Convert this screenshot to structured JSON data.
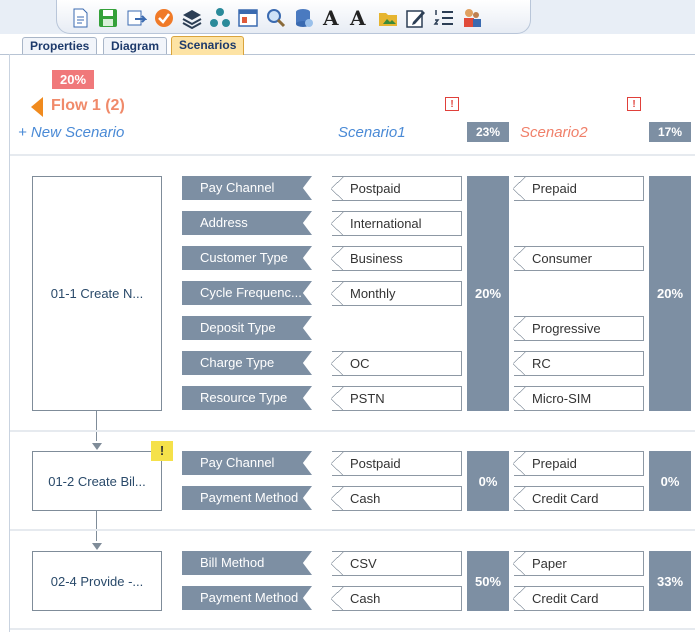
{
  "toolbar": {
    "icons": [
      "new-document-icon",
      "save-icon",
      "export-icon",
      "approve-icon",
      "layers-icon",
      "hierarchy-icon",
      "window-icon",
      "search-icon",
      "database-icon",
      "font-icon",
      "font-clear-icon",
      "picture-icon",
      "edit-icon",
      "numbered-list-icon",
      "users-icon"
    ],
    "font_label": "A",
    "font_clear_label": "A"
  },
  "tabs": [
    {
      "label": "Properties",
      "active": false
    },
    {
      "label": "Diagram",
      "active": false
    },
    {
      "label": "Scenarios",
      "active": true
    }
  ],
  "header": {
    "badge": "20%",
    "flow_title": "Flow 1 (2)",
    "warning_symbol": "!",
    "new_scenario": "+ New Scenario",
    "scenarios": [
      {
        "name": "Scenario1",
        "pct": "23%",
        "color": "#4a8ad6"
      },
      {
        "name": "Scenario2",
        "pct": "17%",
        "color": "#f0806a"
      }
    ]
  },
  "sections": [
    {
      "step": "01-1 Create N...",
      "params": [
        "Pay Channel",
        "Address",
        "Customer Type",
        "Cycle Frequenc...",
        "Deposit Type",
        "Charge Type",
        "Resource Type"
      ],
      "s1": [
        "Postpaid",
        "International",
        "Business",
        "Monthly",
        "",
        "OC",
        "PSTN"
      ],
      "s2": [
        "Prepaid",
        "",
        "Consumer",
        "",
        "Progressive",
        "RC",
        "Micro-SIM"
      ],
      "s1pct": "20%",
      "s2pct": "20%",
      "warning": false
    },
    {
      "step": "01-2 Create Bil...",
      "params": [
        "Pay Channel",
        "Payment Method"
      ],
      "s1": [
        "Postpaid",
        "Cash"
      ],
      "s2": [
        "Prepaid",
        "Credit Card"
      ],
      "s1pct": "0%",
      "s2pct": "0%",
      "warning": true,
      "warning_symbol": "!"
    },
    {
      "step": "02-4 Provide -...",
      "params": [
        "Bill Method",
        "Payment Method"
      ],
      "s1": [
        "CSV",
        "Cash"
      ],
      "s2": [
        "Paper",
        "Credit Card"
      ],
      "s1pct": "50%",
      "s2pct": "33%",
      "warning": false
    }
  ],
  "colors": {
    "accent": "#f08a1e",
    "param_bg": "#7d8fa3",
    "badge": "#f0787a",
    "warning": "#e0403a",
    "warning_yellow": "#f5e14a"
  }
}
